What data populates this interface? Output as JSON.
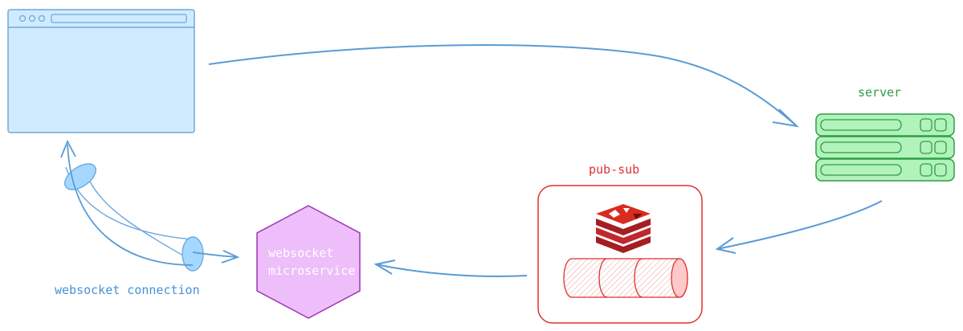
{
  "labels": {
    "server": "server",
    "pub_sub": "pub-sub",
    "websocket_connection": "websocket connection",
    "microservice_line1": "websocket",
    "microservice_line2": "microservice"
  },
  "colors": {
    "browser_fill": "#d0ebff",
    "browser_stroke": "#6fa8dc",
    "arrow": "#5b9bd5",
    "server_fill": "#b2f2bb",
    "server_stroke": "#2f9e44",
    "pubsub_stroke": "#e03131",
    "redis_red": "#c1272d",
    "microservice_fill": "#eebefa",
    "microservice_stroke": "#9c36b5",
    "tube_fill": "#a5d8ff"
  },
  "icons": [
    "browser-window-icon",
    "server-rack-icon",
    "redis-logo-icon",
    "message-queue-icon",
    "websocket-tube-icon"
  ]
}
